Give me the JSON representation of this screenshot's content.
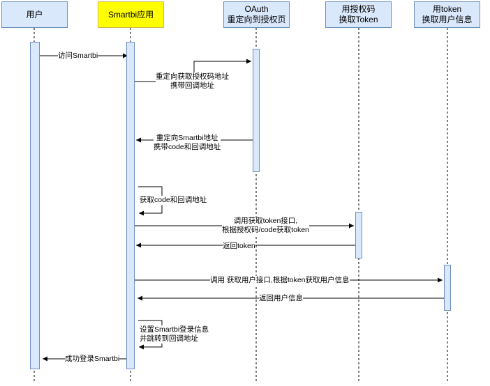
{
  "actors": {
    "user": "用户",
    "app": "Smartbi应用",
    "oauth_1": "OAuth",
    "oauth_2": "重定向到授权页",
    "code_1": "用授权码",
    "code_2": "换取Token",
    "token_1": "用token",
    "token_2": "换取用户信息"
  },
  "messages": {
    "visit": "访问Smartbi",
    "redirect_auth_1": "重定向获取授权码地址",
    "redirect_auth_2": "携带回调地址",
    "redirect_smartbi_1": "重定向Smartbi地址",
    "redirect_smartbi_2": "携带code和回调地址",
    "get_code": "获取code和回调地址",
    "call_token_1": "调用获取token接口,",
    "call_token_2": "根据授权码/code获取token",
    "return_token": "返回token",
    "call_userinfo": "调用 获取用户接口,根据token获取用户信息",
    "return_userinfo": "返回用户信息",
    "set_login_1": "设置Smartbi登录信息",
    "set_login_2": "并跳转到回调地址",
    "login_success": "成功登录Smartbi"
  },
  "colors": {
    "actor_fill": "#dae8fc",
    "actor_border": "#6c8ebf",
    "highlight_fill": "#ffff00",
    "line": "#000000"
  }
}
